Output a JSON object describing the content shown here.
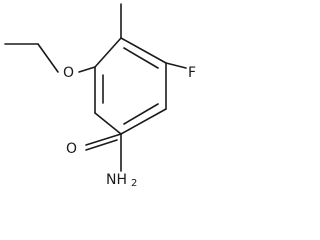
{
  "molecule": {
    "atom_labels": {
      "ether_oxygen": "O",
      "fluorine": "F",
      "carbonyl_oxygen": "O",
      "amide_nitrogen": "NH",
      "amide_subscript": "2"
    }
  }
}
